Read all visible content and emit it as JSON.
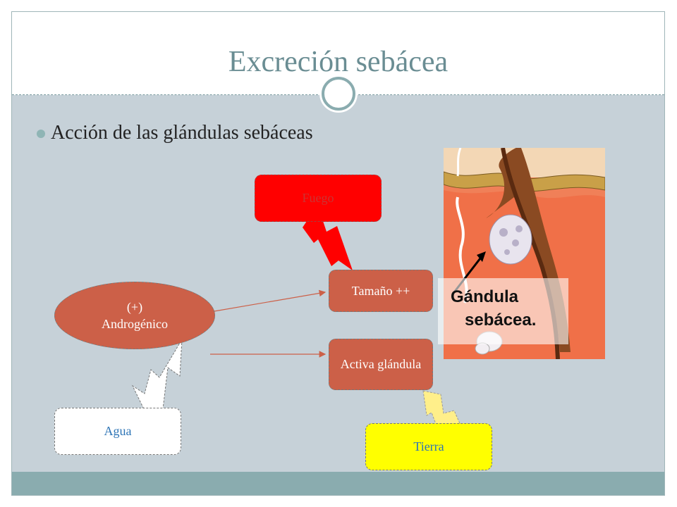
{
  "slide": {
    "title": "Excreción sebácea",
    "bullet": "Acción de las glándulas sebáceas"
  },
  "diagram": {
    "fuego": "Fuego",
    "tamano": "Tamaño ++",
    "activa": "Activa glándula",
    "androgenico_line1": "(+)",
    "androgenico_line2": "Androgénico",
    "agua": "Agua",
    "tierra": "Tierra"
  },
  "illustration": {
    "label_line1": "Gándula",
    "label_line2": "sebácea."
  },
  "colors": {
    "fuego_fill": "#ff0000",
    "process_fill": "#cc6048",
    "tierra_fill": "#ffff00",
    "agua_fill": "#ffffff",
    "background": "#c6d1d8",
    "title_color": "#6a8d93"
  }
}
